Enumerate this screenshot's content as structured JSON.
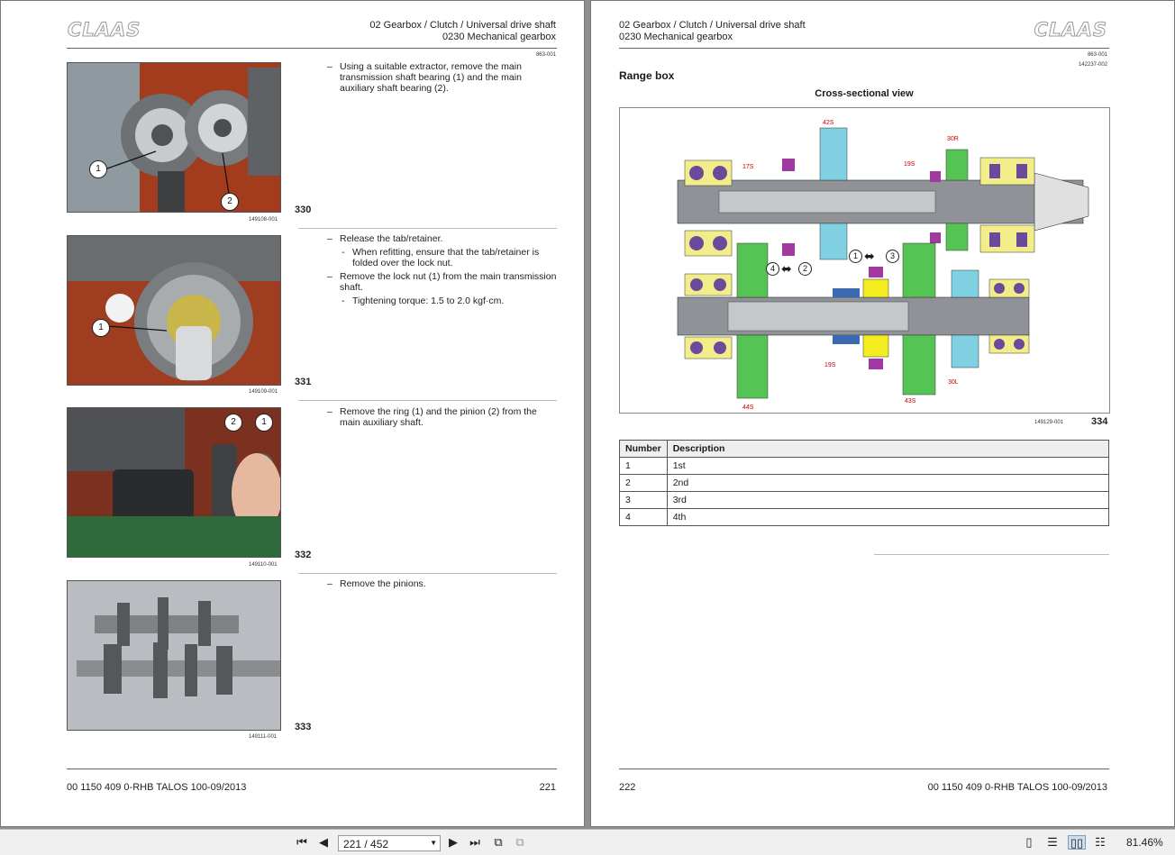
{
  "left_page": {
    "logo": "CLAAS",
    "header_line1": "02 Gearbox / Clutch / Universal drive shaft",
    "header_line2": "0230 Mechanical gearbox",
    "ref_code": "863-001",
    "figures": [
      {
        "number": "330",
        "code": "149108-001",
        "steps": [
          {
            "type": "item",
            "text": "Using a suitable extractor, remove the main transmission shaft bearing (1) and the main auxiliary shaft bearing (2)."
          }
        ]
      },
      {
        "number": "331",
        "code": "149109-001",
        "steps": [
          {
            "type": "item",
            "text": "Release the tab/retainer."
          },
          {
            "type": "sub",
            "text": "When refitting, ensure that the tab/retainer is folded over the lock nut."
          },
          {
            "type": "item",
            "text": "Remove the lock nut (1) from the main transmission shaft."
          },
          {
            "type": "sub",
            "text": "Tightening torque: 1.5 to 2.0 kgf·cm."
          }
        ]
      },
      {
        "number": "332",
        "code": "149110-001",
        "steps": [
          {
            "type": "item",
            "text": "Remove the ring (1) and the pinion (2) from the main auxiliary shaft."
          }
        ]
      },
      {
        "number": "333",
        "code": "149111-001",
        "steps": [
          {
            "type": "item",
            "text": "Remove the pinions."
          }
        ]
      }
    ],
    "callouts": {
      "c1": "1",
      "c2": "2"
    },
    "footer_doc": "00 1150 409 0-RHB TALOS 100-09/2013",
    "footer_page": "221"
  },
  "right_page": {
    "logo": "CLAAS",
    "header_line1": "02 Gearbox / Clutch / Universal drive shaft",
    "header_line2": "0230 Mechanical gearbox",
    "ref_code1": "863-001",
    "ref_code2": "142237-002",
    "section_title": "Range box",
    "diagram_title": "Cross-sectional view",
    "diagram_labels": [
      "42S",
      "30R",
      "17S",
      "19S",
      "19S",
      "30L",
      "44S",
      "43S"
    ],
    "diagram_callouts": [
      "4",
      "2",
      "1",
      "3"
    ],
    "figure_code": "149129-001",
    "figure_number": "334",
    "table": {
      "headers": [
        "Number",
        "Description"
      ],
      "rows": [
        [
          "1",
          "1st"
        ],
        [
          "2",
          "2nd"
        ],
        [
          "3",
          "3rd"
        ],
        [
          "4",
          "4th"
        ]
      ]
    },
    "footer_page": "222",
    "footer_doc": "00 1150 409 0-RHB TALOS 100-09/2013"
  },
  "toolbar": {
    "page_field": "221 / 452",
    "zoom": "81.46%",
    "icons": [
      "first-page-icon",
      "prev-page-icon",
      "next-page-icon",
      "last-page-icon",
      "go-back-view-icon",
      "go-forward-view-icon",
      "single-page-view-icon",
      "continuous-view-icon",
      "facing-view-icon",
      "continuous-facing-view-icon"
    ]
  }
}
